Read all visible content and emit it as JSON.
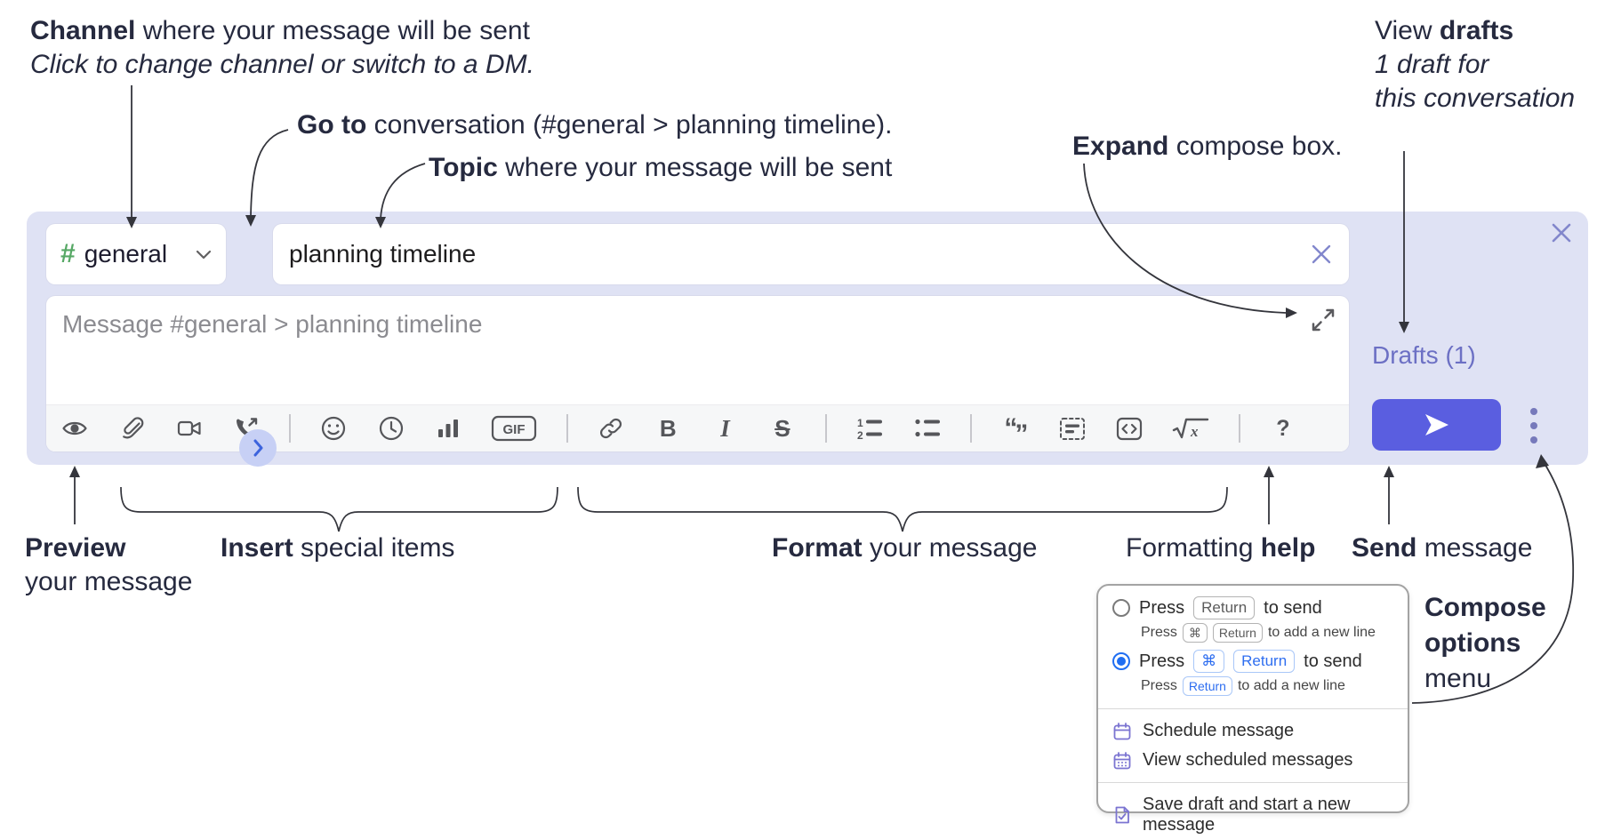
{
  "annotations": {
    "channel_line1_bold": "Channel",
    "channel_line1_rest": " where your message will be sent",
    "channel_line2": "Click to change channel or switch to a DM.",
    "goto_bold": "Go to",
    "goto_rest": " conversation (#general > planning timeline).",
    "topic_bold": "Topic",
    "topic_rest": " where your message will be sent",
    "expand_bold": "Expand",
    "expand_rest": " compose box.",
    "view_drafts_pre": "View ",
    "view_drafts_bold": "drafts",
    "view_drafts_line2": "1 draft for",
    "view_drafts_line3": "this conversation",
    "preview_bold": "Preview",
    "preview_line2": "your message",
    "insert_bold": "Insert",
    "insert_rest": " special items",
    "format_bold": "Format",
    "format_rest": " your message",
    "help_pre": "Formatting ",
    "help_bold": "help",
    "send_bold": "Send",
    "send_rest": " message",
    "compose_line1": "Compose",
    "compose_line2": "options",
    "compose_line3": "menu"
  },
  "composer": {
    "channel_hash": "#",
    "channel_name": "general",
    "topic_value": "planning timeline",
    "message_placeholder": "Message #general > planning timeline",
    "drafts_link": "Drafts (1)",
    "toolbar_labels": {
      "bold": "B",
      "italic": "I",
      "strike": "S",
      "gif": "GIF",
      "ol_1": "1",
      "ol_2": "2",
      "quote_open": "“",
      "quote_close": "”",
      "formula_x": "x",
      "help": "?"
    },
    "icons": [
      "preview-eye",
      "attach-paperclip",
      "video-camera",
      "audio-call",
      "emoji-smiley",
      "recent-clock",
      "poll-bar-chart",
      "gif",
      "link-chain",
      "bold",
      "italic",
      "strikethrough",
      "ordered-list",
      "bulleted-list",
      "blockquote",
      "code-block",
      "inline-code",
      "formula",
      "formatting-help",
      "expand-diagonal-arrows",
      "send-paper-plane",
      "kebab-dots",
      "close-x",
      "chevron-down",
      "chevron-right"
    ]
  },
  "menu": {
    "options": [
      {
        "main_pre": "Press",
        "main_keys": [
          "Return"
        ],
        "main_post": "to send",
        "sub_pre": "Press",
        "sub_keys": [
          "⌘",
          "Return"
        ],
        "sub_post": "to add a new line"
      },
      {
        "main_pre": "Press",
        "main_keys": [
          "⌘",
          "Return"
        ],
        "main_post": "to send",
        "sub_pre": "Press",
        "sub_keys": [
          "Return"
        ],
        "sub_post": "to add a new line"
      }
    ],
    "actions": [
      "Schedule message",
      "View scheduled messages",
      "Save draft and start a new message"
    ]
  },
  "colors": {
    "composer_bg": "#dfe2f4",
    "send_button": "#5a5ee0",
    "drafts_purple": "#6c70c4",
    "hash_green": "#56a865",
    "selected_blue": "#1f6ef2",
    "menu_icon_purple": "#7b74d1"
  }
}
